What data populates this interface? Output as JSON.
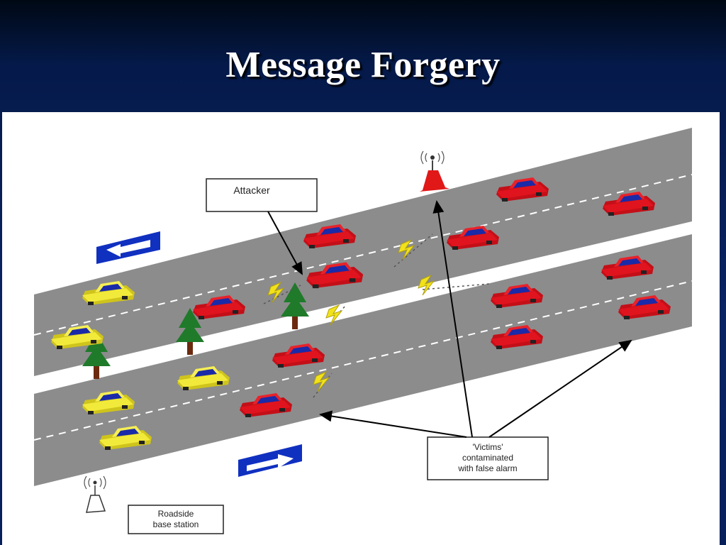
{
  "slide": {
    "title": "Message Forgery"
  },
  "diagram": {
    "labels": {
      "attacker": "Attacker",
      "victims": [
        "'Victims'",
        "contaminated",
        "with false alarm"
      ],
      "base_station": [
        "Roadside",
        "base station"
      ]
    },
    "colors": {
      "background": "#0a2463",
      "road": "#8c8c8c",
      "car_red": "#e0141e",
      "car_yellow": "#f2ea3a",
      "car_stripe": "#1a2aa8",
      "sign": "#1030c0",
      "tower": "#e01818",
      "bolt": "#f2e21a",
      "tree": "#1f7a2a"
    }
  }
}
